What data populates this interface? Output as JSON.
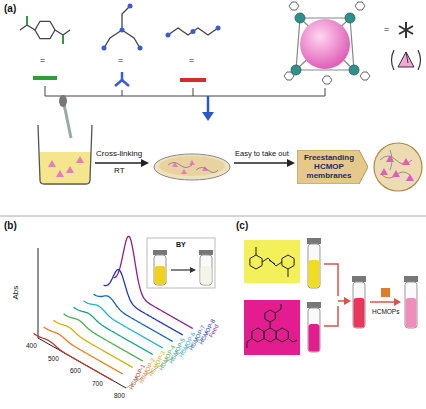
{
  "diagram": {
    "nodes": [
      {
        "text": [
          "Freestanding HCMOP membranes"
        ]
      }
    ],
    "labels": [
      "(a)",
      "=",
      "=",
      "=",
      "=",
      "Cross-linking",
      "RT",
      "Easy to take out",
      "(b)",
      "Abs",
      "400",
      "500",
      "600",
      "700",
      "800",
      "BY",
      "HCMOP-1",
      "HCMOP-2",
      "HCMOP-3",
      "HCMOP-4",
      "HCMOP-5",
      "HCMOP-6",
      "HCMOP-7",
      "HCMOP-8",
      "Feed",
      "(c)",
      "HCMOPs"
    ]
  }
}
